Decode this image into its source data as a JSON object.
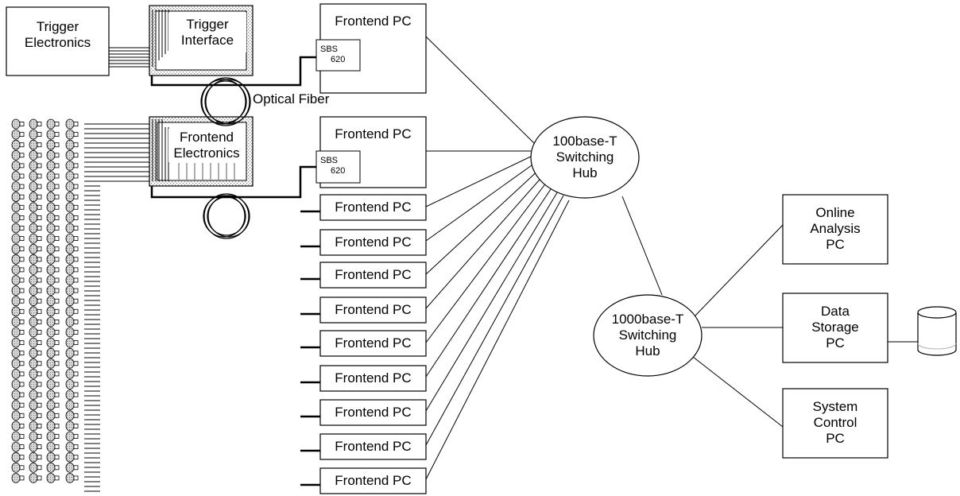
{
  "trigger_electronics": {
    "line1": "Trigger",
    "line2": "Electronics"
  },
  "trigger_interface": {
    "line1": "Trigger",
    "line2": "Interface"
  },
  "frontend_electronics": {
    "line1": "Frontend",
    "line2": "Electronics"
  },
  "optical_fiber": {
    "label": "Optical Fiber"
  },
  "frontend_pc_label": "Frontend PC",
  "frontend_pcs": [
    {
      "label": "Frontend PC",
      "card": {
        "line1": "SBS",
        "line2": "620"
      }
    },
    {
      "label": "Frontend PC",
      "card": {
        "line1": "SBS",
        "line2": "620"
      }
    },
    {
      "label": "Frontend PC"
    },
    {
      "label": "Frontend PC"
    },
    {
      "label": "Frontend PC"
    },
    {
      "label": "Frontend PC"
    },
    {
      "label": "Frontend PC"
    },
    {
      "label": "Frontend PC"
    },
    {
      "label": "Frontend PC"
    },
    {
      "label": "Frontend PC"
    },
    {
      "label": "Frontend PC"
    }
  ],
  "hub_100": {
    "line1": "100base-T",
    "line2": "Switching",
    "line3": "Hub"
  },
  "hub_1000": {
    "line1": "1000base-T",
    "line2": "Switching",
    "line3": "Hub"
  },
  "online_analysis": {
    "line1": "Online",
    "line2": "Analysis",
    "line3": "PC"
  },
  "data_storage": {
    "line1": "Data",
    "line2": "Storage",
    "line3": "PC"
  },
  "system_control": {
    "line1": "System",
    "line2": "Control",
    "line3": "PC"
  },
  "colors": {
    "stroke": "#000000",
    "background": "#ffffff",
    "stipple": "#9a9a9a",
    "detector": "#bdbdbd"
  },
  "icons": {
    "storage": "database-cylinder-icon",
    "detector": "detector-cell-icon",
    "fiber": "fiber-coil-icon"
  }
}
